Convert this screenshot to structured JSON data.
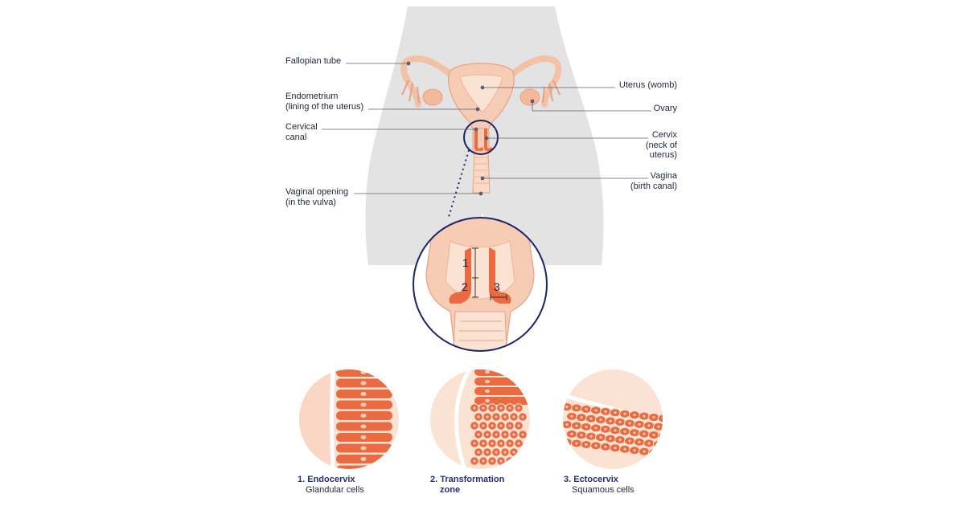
{
  "labels": {
    "fallopian_tube": [
      "Fallopian tube"
    ],
    "endometrium": [
      "Endometrium",
      "(lining of the uterus)"
    ],
    "cervical_canal": [
      "Cervical",
      "canal"
    ],
    "vaginal_opening": [
      "Vaginal opening",
      "(in the vulva)"
    ],
    "uterus": [
      "Uterus (womb)"
    ],
    "ovary": [
      "Ovary"
    ],
    "cervix": [
      "Cervix",
      "(neck of",
      "uterus)"
    ],
    "vagina": [
      "Vagina",
      "(birth canal)"
    ]
  },
  "zoom_markers": [
    "1",
    "2",
    "3"
  ],
  "cells": [
    {
      "title": "1. Endocervix",
      "subtitle": "Glandular cells"
    },
    {
      "title": "2. Transformation",
      "subtitle": "zone"
    },
    {
      "title": "3. Ectocervix",
      "subtitle": "Squamous cells"
    }
  ],
  "colors": {
    "silhouette": "#e3e3e4",
    "tissue": "#f6cdb4",
    "tissue_light": "#fbe3d4",
    "cell": "#ea6a42",
    "outline": "#e6a183",
    "ring": "#1c2366",
    "text": "#1f2440"
  }
}
